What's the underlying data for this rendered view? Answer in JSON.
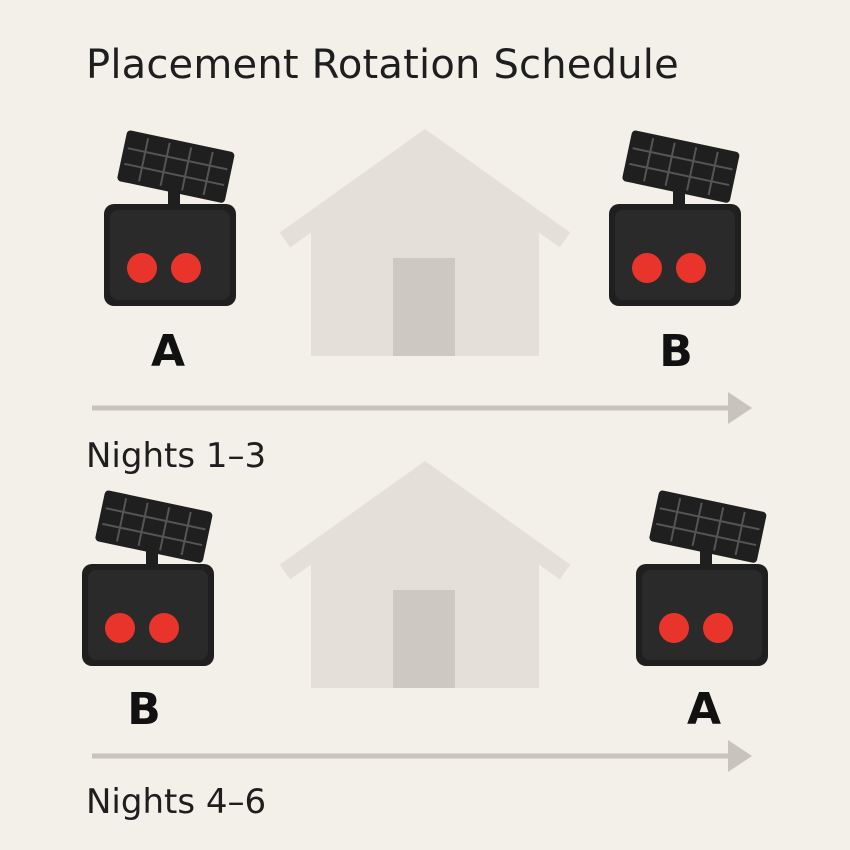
{
  "title": "Placement Rotation Schedule",
  "rows": [
    {
      "period": "Nights 1–3",
      "left_device": "A",
      "right_device": "B"
    },
    {
      "period": "Nights 4–6",
      "left_device": "B",
      "right_device": "A"
    }
  ],
  "colors": {
    "background": "#f3efe9",
    "device_body": "#1f1f1f",
    "device_led": "#e8342a",
    "house": "#e4dfd8",
    "house_door": "#cdc8c1",
    "arrow": "#c8c4bd"
  },
  "icons": [
    "solar-camera-icon",
    "house-icon",
    "arrow-right-icon"
  ]
}
